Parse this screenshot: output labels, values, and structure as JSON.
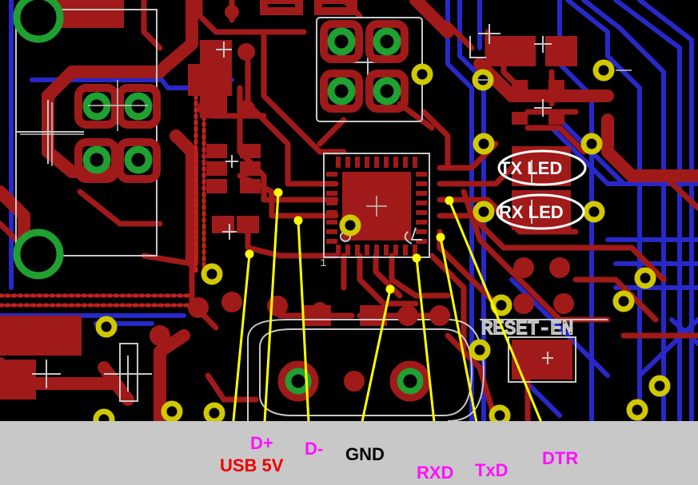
{
  "board": {
    "silk_labels": {
      "tx_led": "TX LED",
      "rx_led": "RX LED",
      "reset_en": "RESET-EN"
    }
  },
  "pin_labels": {
    "usb_5v": "USB 5V",
    "d_plus": "D+",
    "d_minus": "D-",
    "gnd": "GND",
    "rxd": "RXD",
    "txd": "TxD",
    "dtr": "DTR"
  },
  "colors": {
    "board": "#000000",
    "copper_top": "#a01a1a",
    "copper_bottom": "#2828c8",
    "pad_ring": "#d0c800",
    "through_hole": "#20a030",
    "silkscreen": "#c8c8c8",
    "pointer_line": "#ffff00",
    "label_red": "#f00000",
    "label_magenta": "#ff10ff",
    "footer": "#c8c8c8"
  }
}
